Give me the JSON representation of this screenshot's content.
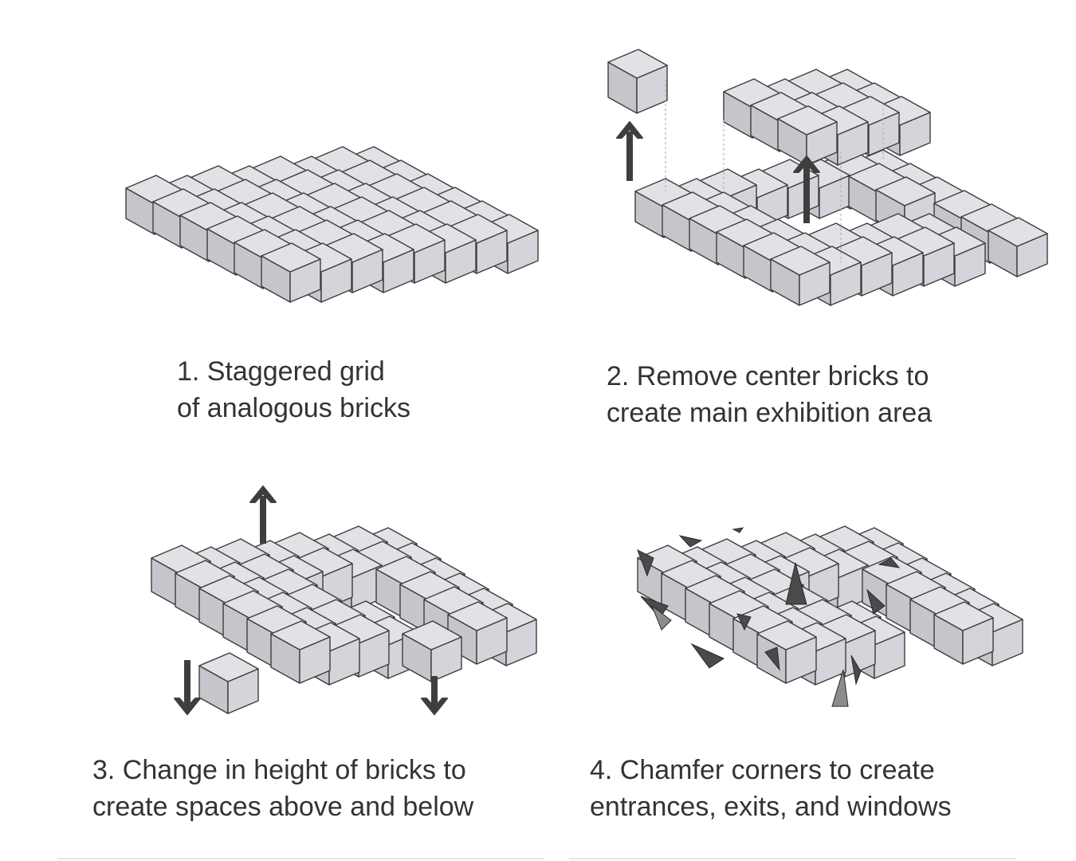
{
  "colors": {
    "brick_top": "#e1e2e6",
    "brick_left": "#c5c6cb",
    "brick_right": "#d4d5da",
    "brick_edge": "#3d3d3d",
    "arrow": "#3e3e3e",
    "chamfer_dark": "#4a4a4a",
    "chamfer_light": "#8c8c8c",
    "text": "#333333",
    "background": "#ffffff"
  },
  "steps": [
    {
      "number": 1,
      "line1": "1. Staggered grid",
      "line2": "of analogous bricks"
    },
    {
      "number": 2,
      "line1": "2. Remove center bricks to",
      "line2": "create main exhibition area"
    },
    {
      "number": 3,
      "line1": "3. Change in height of bricks to",
      "line2": "create spaces above and below"
    },
    {
      "number": 4,
      "line1": "4. Chamfer corners to create",
      "line2": "entrances, exits, and windows"
    }
  ],
  "icons": {
    "lift_arrow": "arrow-up-icon",
    "drop_arrow": "arrow-down-icon",
    "chamfer": "chamfer-wedge-icon"
  }
}
